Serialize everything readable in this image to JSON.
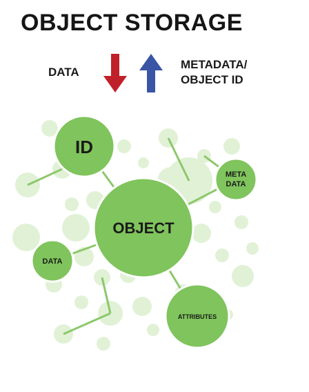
{
  "title": "OBJECT STORAGE",
  "flow": {
    "down_label": "DATA",
    "up_label_line1": "METADATA/",
    "up_label_line2": "OBJECT ID",
    "down_arrow_color": "#c0202a",
    "up_arrow_color": "#3a55a6"
  },
  "nodes": {
    "center": "OBJECT",
    "id": "ID",
    "metadata_line1": "META",
    "metadata_line2": "DATA",
    "data": "DATA",
    "attributes": "ATTRIBUTES"
  },
  "colors": {
    "node_fill": "#7fc45c",
    "node_stroke": "#ffffff",
    "background_bubble": "#dcefcf",
    "connector": "#8cc86b"
  }
}
